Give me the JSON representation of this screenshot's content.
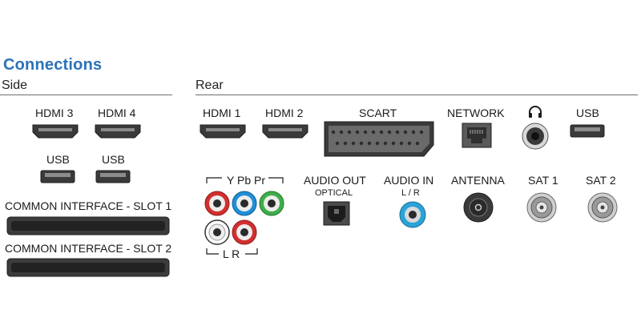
{
  "title": "Connections",
  "side": {
    "label": "Side",
    "hdmi3": "HDMI 3",
    "hdmi4": "HDMI 4",
    "usb1": "USB",
    "usb2": "USB",
    "ci_slot1": "COMMON INTERFACE - SLOT 1",
    "ci_slot2": "COMMON INTERFACE - SLOT 2"
  },
  "rear": {
    "label": "Rear",
    "hdmi1": "HDMI 1",
    "hdmi2": "HDMI 2",
    "scart": "SCART",
    "network": "NETWORK",
    "usb": "USB",
    "component": "Y Pb Pr",
    "audio_lr": "L R",
    "audio_out": "AUDIO OUT",
    "audio_out_sub": "OPTICAL",
    "audio_in": "AUDIO IN",
    "audio_in_sub": "L / R",
    "antenna": "ANTENNA",
    "sat1": "SAT 1",
    "sat2": "SAT 2"
  },
  "colors": {
    "title": "#2a73b8",
    "component_y": "#3fae49",
    "component_pb": "#1f8fd6",
    "component_pr": "#d32f2f",
    "audio_l": "#ffffff",
    "audio_r": "#d32f2f",
    "audio_in_ring": "#2aa3d8",
    "port_dark": "#555555"
  },
  "icons": [
    "headphone-icon",
    "network-port-icon",
    "scart-port-icon",
    "hdmi-port-icon",
    "usb-port-icon",
    "optical-port-icon",
    "coax-port-icon",
    "rca-jack-icon"
  ]
}
